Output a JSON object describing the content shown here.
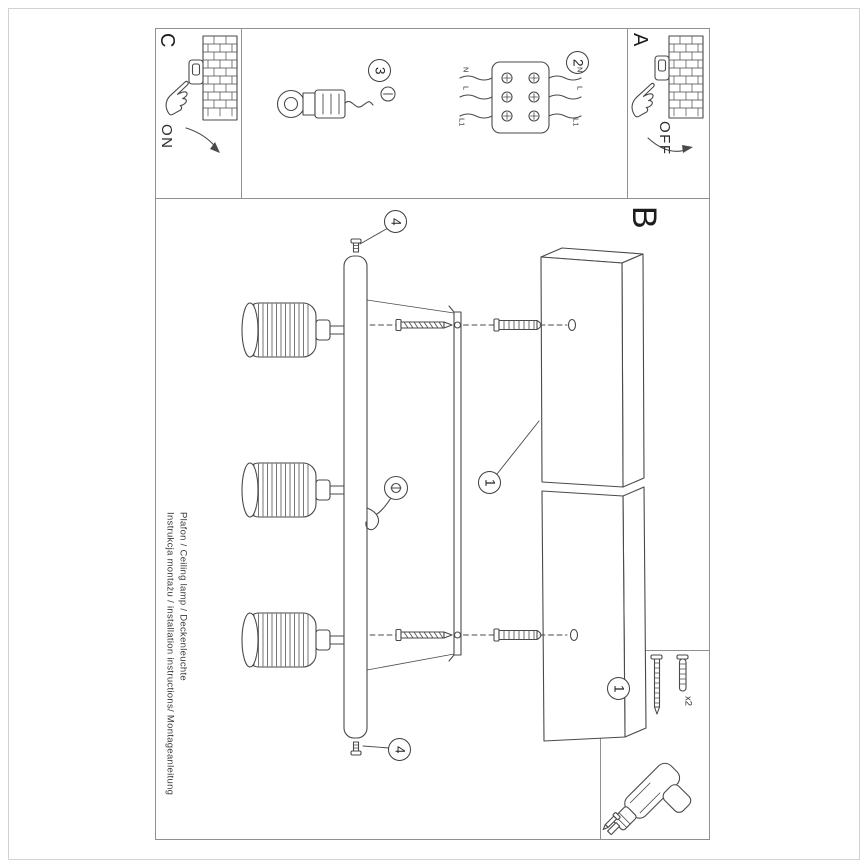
{
  "panel_c": {
    "letter": "C",
    "switch_state": "ON"
  },
  "panel_a": {
    "letter": "A",
    "switch_state": "OFF"
  },
  "section_b": {
    "letter": "B"
  },
  "step3": {
    "badge": "3"
  },
  "step2": {
    "badge": "2",
    "terminal_labels_left": {
      "n": "N",
      "l": "L",
      "l1": "L1"
    },
    "terminal_labels_right": {
      "n": "N",
      "l": "L",
      "l1": "L1"
    }
  },
  "callouts": {
    "screws_top": "4",
    "screws_bottom": "4",
    "wall": "1"
  },
  "parts_box": {
    "badge": "1",
    "screw_quantity": "x2"
  },
  "footer": {
    "line1": "Instrukcja montażu / installation instructions/ Montageanleitung",
    "line2": "Plafon / Ceiling lamp / Deckenleuchte"
  },
  "colors": {
    "line": "#4a4a4a",
    "frame": "#909090"
  }
}
